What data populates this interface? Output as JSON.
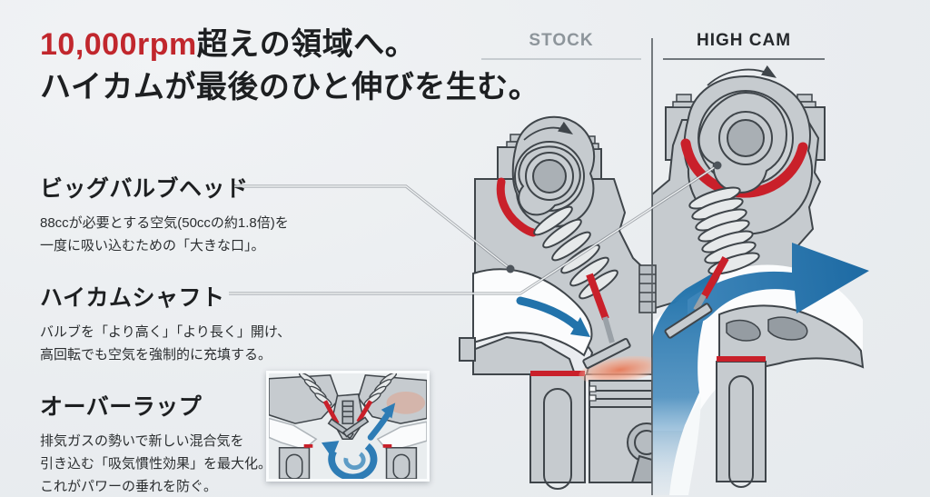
{
  "page": {
    "background": "#eaedf0"
  },
  "title": {
    "highlight": "10,000rpm",
    "highlight_color": "#c1272d",
    "line1_rest": "超えの領域へ。",
    "line2": "ハイカムが最後のひと伸びを生む。"
  },
  "sections": [
    {
      "heading": "ビッグバルブヘッド",
      "lines": [
        "88ccが必要とする空気(50ccの約1.8倍)を",
        "一度に吸い込むための「大きな口」。"
      ]
    },
    {
      "heading": "ハイカムシャフト",
      "lines": [
        "バルブを「より高く」「より長く」開け、",
        "高回転でも空気を強制的に充填する。"
      ]
    },
    {
      "heading": "オーバーラップ",
      "lines": [
        "排気ガスの勢いで新しい混合気を",
        "引き込む「吸気慣性効果」を最大化。",
        "これがパワーの垂れを防ぐ。"
      ]
    }
  ],
  "diagram": {
    "left_label": "STOCK",
    "right_label": "HIGH CAM",
    "colors": {
      "metal": "#c6cbcf",
      "metal_dark": "#a0a7ad",
      "outline": "#3f454a",
      "accent_red": "#c9202a",
      "flow_blue": "#2273ab",
      "combustion_glow": "#e87a58",
      "leader_gray": "#9aa0a5"
    },
    "icons": {
      "rotation_arrow": "curved-arrow-clockwise",
      "intake_arrow": "arrow-down-right",
      "exhaust_arrow": "arrow-right",
      "swirl_arrow": "arrow-circular"
    }
  }
}
